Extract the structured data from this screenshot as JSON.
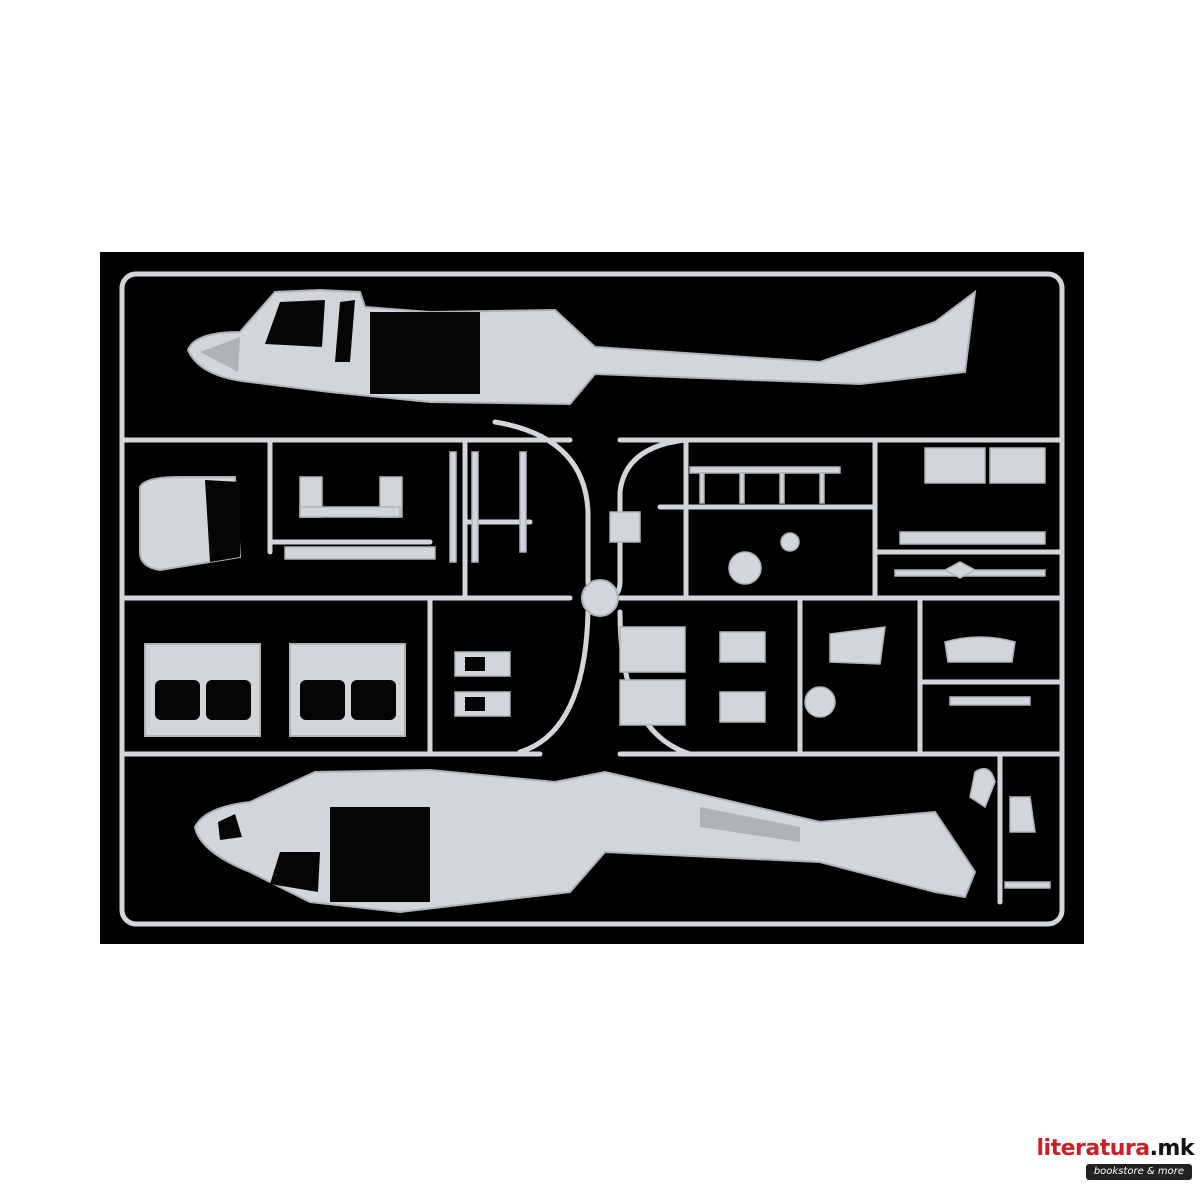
{
  "image": {
    "subject": "helicopter-model-sprue",
    "colors": {
      "page_background": "#ffffff",
      "photo_background": "#000000",
      "plastic": "#d2d6da",
      "plastic_shade": "#aeb3b8",
      "window": "#050505"
    }
  },
  "watermark": {
    "title_main": "literatura",
    "title_suffix": ".mk",
    "tagline": "bookstore & more",
    "colors": {
      "main": "#cc1f24",
      "suffix": "#111111",
      "tag_bg": "#222222",
      "tag_text": "#ffffff"
    }
  }
}
